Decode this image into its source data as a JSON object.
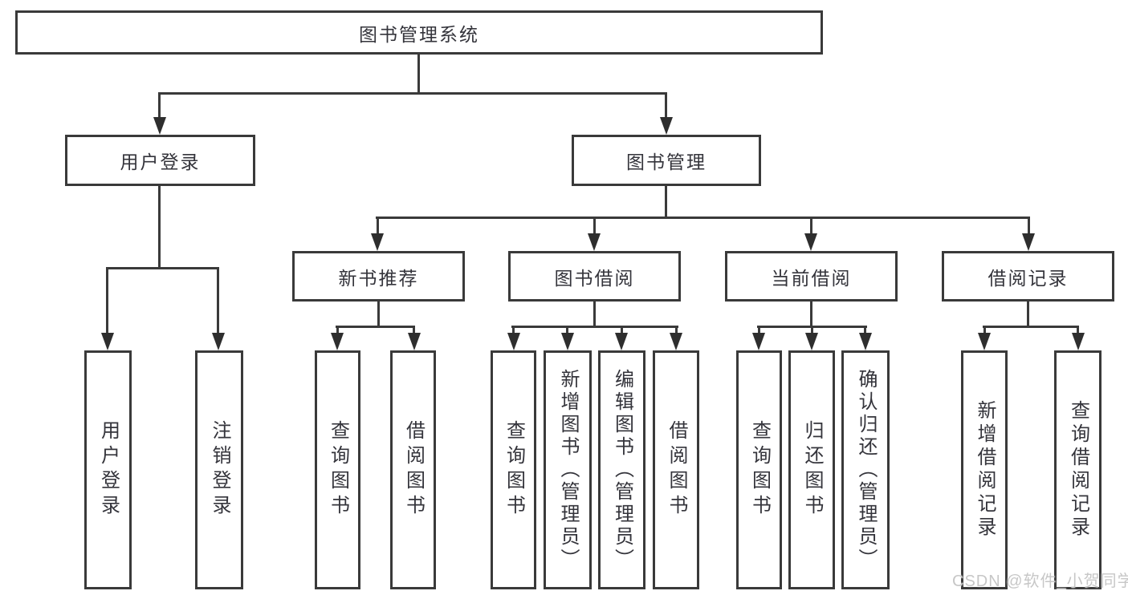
{
  "diagram": {
    "type": "tree",
    "nodes": {
      "root": "图书管理系统",
      "user_login": "用户登录",
      "book_management": "图书管理",
      "new_book_recommend": "新书推荐",
      "book_borrow": "图书借阅",
      "current_borrow": "当前借阅",
      "borrow_records": "借阅记录",
      "leaf_user_login": "用户登录",
      "leaf_logout": "注销登录",
      "leaf_nbr_query_books": "查询图书",
      "leaf_nbr_borrow_books": "借阅图书",
      "leaf_bb_query_books": "查询图书",
      "leaf_bb_add_books_admin": "新增图书（管理员）",
      "leaf_bb_edit_books_admin": "编辑图书（管理员）",
      "leaf_bb_borrow_books": "借阅图书",
      "leaf_cb_query_books": "查询图书",
      "leaf_cb_return_books": "归还图书",
      "leaf_cb_confirm_return_admin": "确认归还（管理员）",
      "leaf_br_add_record": "新增借阅记录",
      "leaf_br_query_record": "查询借阅记录"
    },
    "edges": [
      [
        "root",
        "user_login"
      ],
      [
        "root",
        "book_management"
      ],
      [
        "user_login",
        "leaf_user_login"
      ],
      [
        "user_login",
        "leaf_logout"
      ],
      [
        "book_management",
        "new_book_recommend"
      ],
      [
        "book_management",
        "book_borrow"
      ],
      [
        "book_management",
        "current_borrow"
      ],
      [
        "book_management",
        "borrow_records"
      ],
      [
        "new_book_recommend",
        "leaf_nbr_query_books"
      ],
      [
        "new_book_recommend",
        "leaf_nbr_borrow_books"
      ],
      [
        "book_borrow",
        "leaf_bb_query_books"
      ],
      [
        "book_borrow",
        "leaf_bb_add_books_admin"
      ],
      [
        "book_borrow",
        "leaf_bb_edit_books_admin"
      ],
      [
        "book_borrow",
        "leaf_bb_borrow_books"
      ],
      [
        "current_borrow",
        "leaf_cb_query_books"
      ],
      [
        "current_borrow",
        "leaf_cb_return_books"
      ],
      [
        "current_borrow",
        "leaf_cb_confirm_return_admin"
      ],
      [
        "borrow_records",
        "leaf_br_add_record"
      ],
      [
        "borrow_records",
        "leaf_br_query_record"
      ]
    ]
  },
  "watermark": "CSDN @软件_小贺同学",
  "colors": {
    "background": "#ffffff",
    "box_border": "#3a3a3a",
    "line": "#3a3a3a",
    "arrow": "#2e2e2e",
    "text": "#34343b",
    "watermark": "#c7c7c7"
  }
}
